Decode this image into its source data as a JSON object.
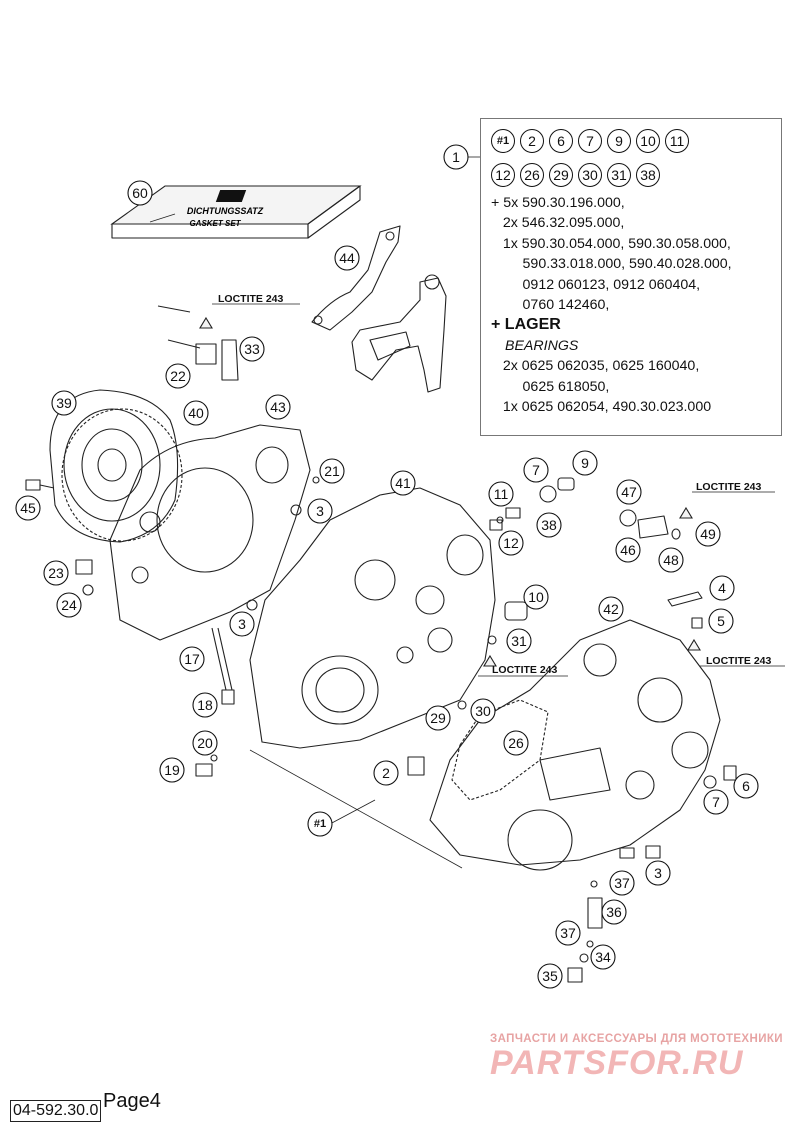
{
  "watermark": {
    "tagline": "ЗАПЧАСТИ И АКСЕССУАРЫ ДЛЯ МОТОТЕХНИКИ",
    "brand": "PARTSFOR.RU"
  },
  "footer": {
    "doc_code": "04-592.30.0",
    "page": "Page4"
  },
  "gasket_set": {
    "line1": "DICHTUNGSSATZ",
    "line2": "GASKET SET"
  },
  "loctite_label": "LOCTITE 243",
  "info_box": {
    "ref": "1",
    "row1": [
      "#1",
      "2",
      "6",
      "7",
      "9",
      "10",
      "11"
    ],
    "row2": [
      "12",
      "26",
      "29",
      "30",
      "31",
      "38"
    ],
    "lines": [
      "+ 5x 590.30.196.000,",
      "   2x 546.32.095.000,",
      "   1x 590.30.054.000, 590.30.058.000,",
      "        590.33.018.000, 590.40.028.000,",
      "        0912 060123, 0912 060404,",
      "        0760 142460,"
    ],
    "lager_title": "+ LAGER",
    "lager_subtitle": "BEARINGS",
    "lager_lines": [
      "   2x 0625 062035, 0625 160040,",
      "        0625 618050,",
      "   1x 0625 062054, 490.30.023.000"
    ]
  },
  "callouts": {
    "c60": "60",
    "c44": "44",
    "c33": "33",
    "c22": "22",
    "c39": "39",
    "c40": "40",
    "c43": "43",
    "c21": "21",
    "c3a": "3",
    "c3b": "3",
    "c3c": "3",
    "c45": "45",
    "c23": "23",
    "c24": "24",
    "c17": "17",
    "c18": "18",
    "c20": "20",
    "c19": "19",
    "c41": "41",
    "c7a": "7",
    "c9": "9",
    "c11": "11",
    "c12": "12",
    "c38": "38",
    "c47": "47",
    "c49": "49",
    "c46": "46",
    "c48": "48",
    "c10": "10",
    "c4": "4",
    "c5": "5",
    "c42": "42",
    "c31": "31",
    "c29": "29",
    "c30": "30",
    "c26": "26",
    "c2": "2",
    "c6": "6",
    "c7b": "7",
    "c1": "#1",
    "c37a": "37",
    "c36": "36",
    "c37b": "37",
    "c34": "34",
    "c35": "35"
  }
}
